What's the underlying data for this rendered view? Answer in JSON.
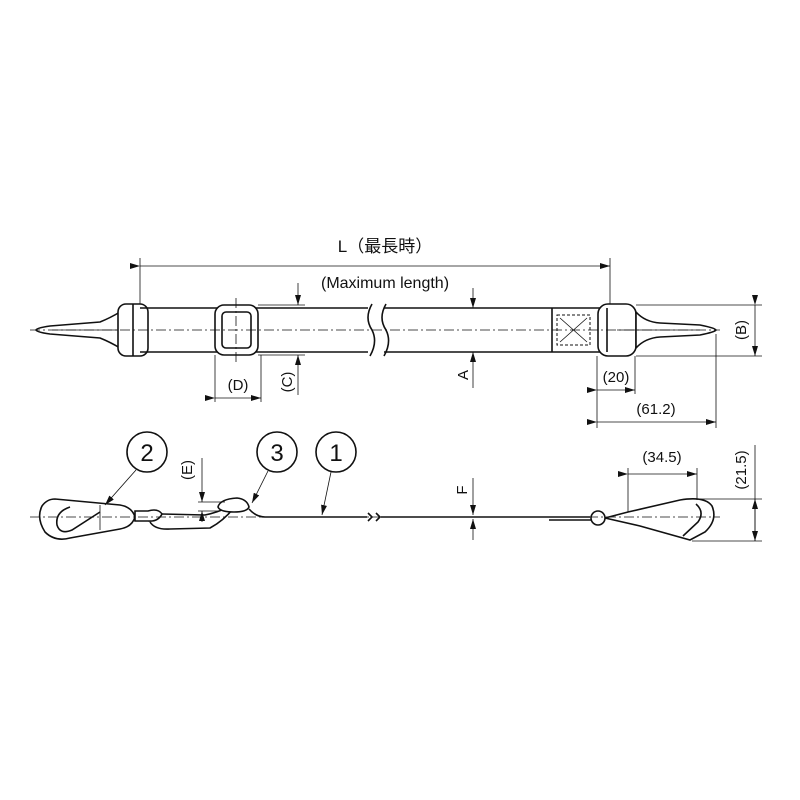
{
  "title_label": "L（最長時）",
  "subtitle_label": "(Maximum length)",
  "dimensions": {
    "A": "A",
    "B": "(B)",
    "C": "(C)",
    "D": "(D)",
    "E": "(E)",
    "F": "F",
    "buckle_width": "(20)",
    "end_length": "(61.2)",
    "hook_length": "(34.5)",
    "hook_height": "(21.5)"
  },
  "callouts": [
    "1",
    "2",
    "3"
  ]
}
